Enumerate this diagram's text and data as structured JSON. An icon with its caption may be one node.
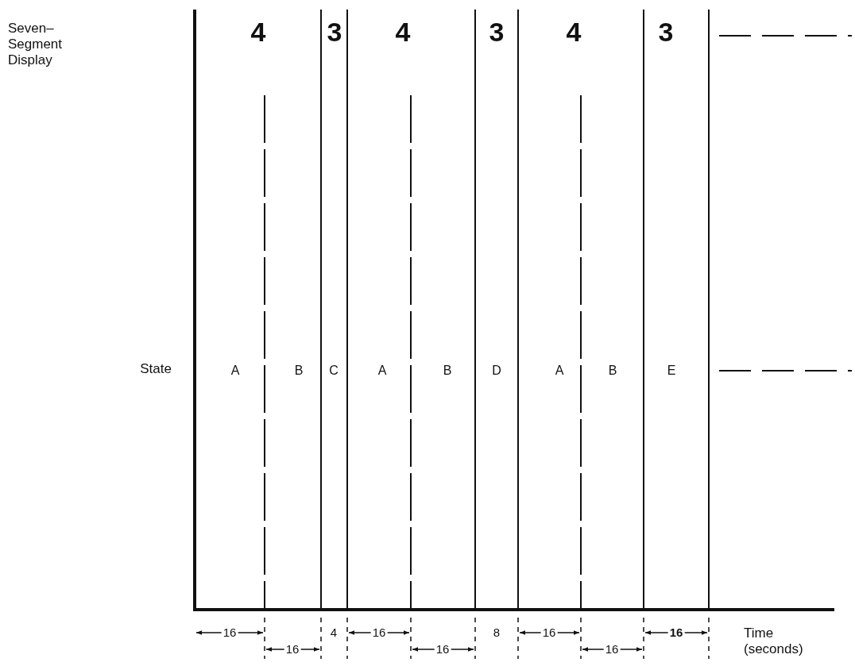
{
  "diagram": {
    "labels": [
      "Seven–Segment Display",
      "4",
      "3",
      "4",
      "3",
      "4",
      "3",
      "State",
      "A",
      "B",
      "C",
      "A",
      "B",
      "D",
      "A",
      "B",
      "E",
      "16",
      "4",
      "16",
      "8",
      "16",
      "16",
      "16",
      "16",
      "16",
      "Time (seconds)"
    ]
  }
}
